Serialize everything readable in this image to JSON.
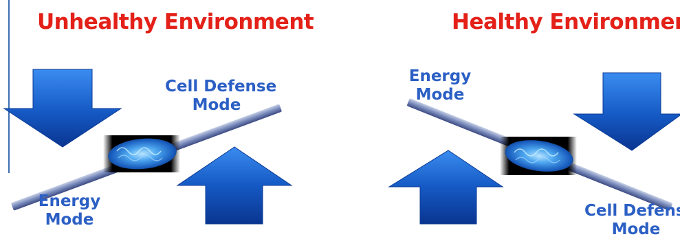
{
  "left_panel": {
    "title": "Unhealthy Environment",
    "cell_defense_label": [
      "Cell Defense",
      "Mode"
    ],
    "energy_label": [
      "Energy",
      "Mode"
    ]
  },
  "right_panel": {
    "title": "Healthy Environment",
    "energy_label": [
      "Energy",
      "Mode"
    ],
    "cell_defense_label": [
      "Cell Defense",
      "Mode"
    ]
  },
  "colors": {
    "title": "#e32119",
    "label": "#2b5fc4",
    "arrow_light": "#2f7fe0",
    "arrow_dark": "#0b3a94"
  }
}
